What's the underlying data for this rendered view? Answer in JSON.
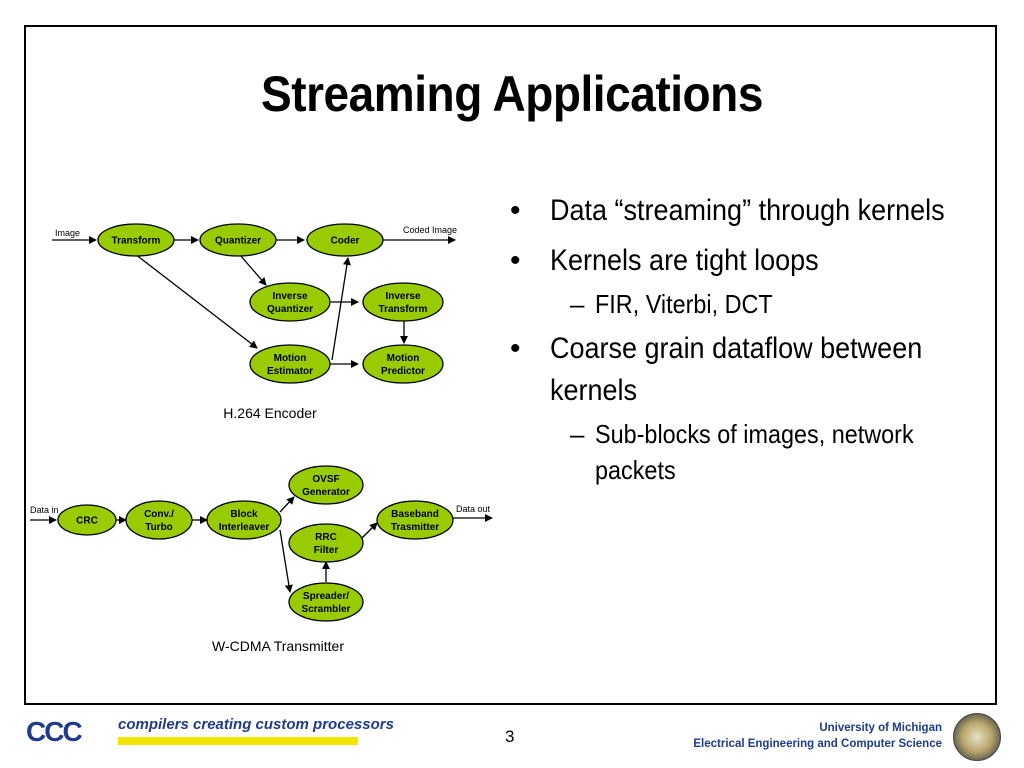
{
  "slide": {
    "title": "Streaming Applications",
    "page_number": "3"
  },
  "bullets": [
    {
      "level": 1,
      "text": "Data “streaming” through kernels"
    },
    {
      "level": 1,
      "text": "Kernels are tight loops"
    },
    {
      "level": 2,
      "text": "FIR, Viterbi, DCT"
    },
    {
      "level": 1,
      "text": "Coarse grain dataflow between kernels"
    },
    {
      "level": 2,
      "text": "Sub-blocks of images, network packets"
    }
  ],
  "h264": {
    "caption": "H.264 Encoder",
    "input_label": "Image",
    "output_label": "Coded Image",
    "nodes": {
      "transform": "Transform",
      "quantizer": "Quantizer",
      "coder": "Coder",
      "inv_quant_1": "Inverse",
      "inv_quant_2": "Quantizer",
      "inv_trans_1": "Inverse",
      "inv_trans_2": "Transform",
      "motion_est_1": "Motion",
      "motion_est_2": "Estimator",
      "motion_pred_1": "Motion",
      "motion_pred_2": "Predictor"
    }
  },
  "wcdma": {
    "caption": "W-CDMA Transmitter",
    "input_label": "Data in",
    "output_label": "Data out",
    "nodes": {
      "crc": "CRC",
      "conv_1": "Conv./",
      "conv_2": "Turbo",
      "block_1": "Block",
      "block_2": "Interleaver",
      "ovsf_1": "OVSF",
      "ovsf_2": "Generator",
      "rrc_1": "RRC",
      "rrc_2": "Filter",
      "spread_1": "Spreader/",
      "spread_2": "Scrambler",
      "base_1": "Baseband",
      "base_2": "Trasmitter"
    }
  },
  "footer": {
    "logo_text": "CCC",
    "tagline": "compilers creating custom processors",
    "university": "University of Michigan",
    "department": "Electrical Engineering and Computer Science"
  },
  "colors": {
    "node_fill": "#99cc00",
    "brand_blue": "#1f3b8a",
    "tag_bar": "#f2e600"
  },
  "icons": {
    "seal": "university-seal-icon",
    "logo": "ccc-logo-icon"
  }
}
